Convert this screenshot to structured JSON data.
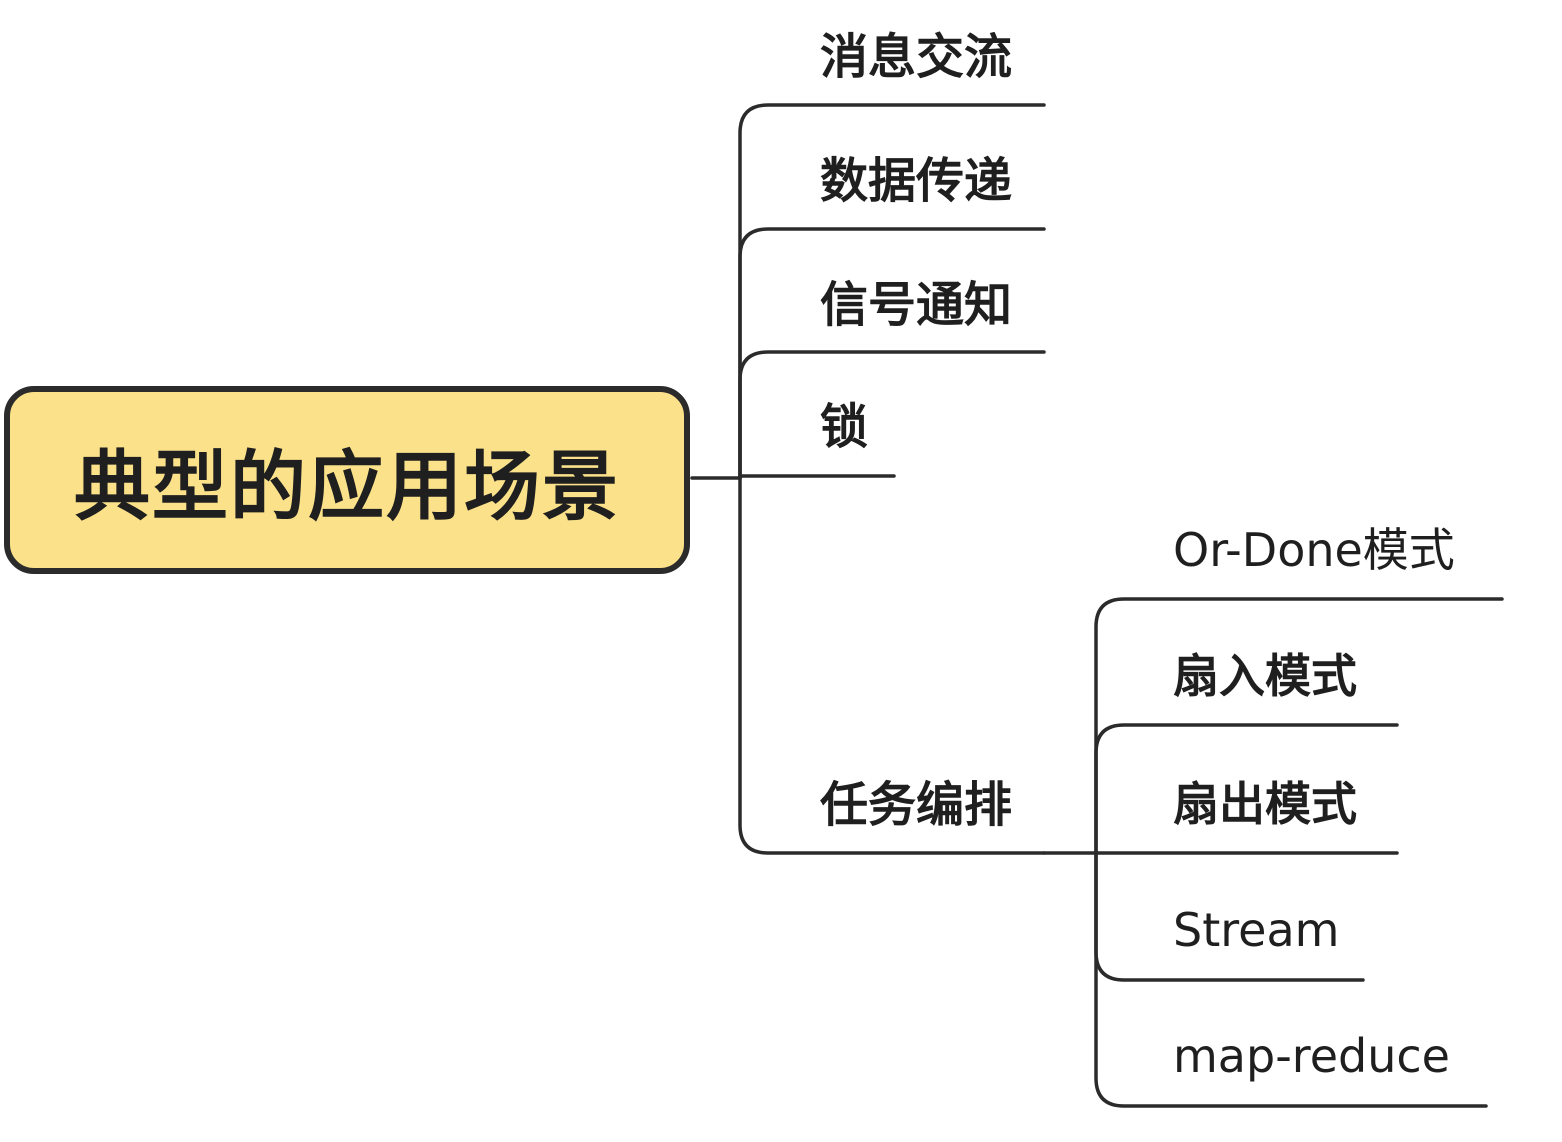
{
  "root": {
    "label": "典型的应用场景",
    "fill_color": "#fbe28a",
    "stroke_color": "#2b2b2b"
  },
  "branches": [
    {
      "label": "消息交流"
    },
    {
      "label": "数据传递"
    },
    {
      "label": "信号通知"
    },
    {
      "label": "锁"
    },
    {
      "label": "任务编排",
      "children": [
        {
          "label": "Or-Done模式"
        },
        {
          "label": "扇入模式"
        },
        {
          "label": "扇出模式"
        },
        {
          "label": "Stream"
        },
        {
          "label": "map-reduce"
        }
      ]
    }
  ]
}
